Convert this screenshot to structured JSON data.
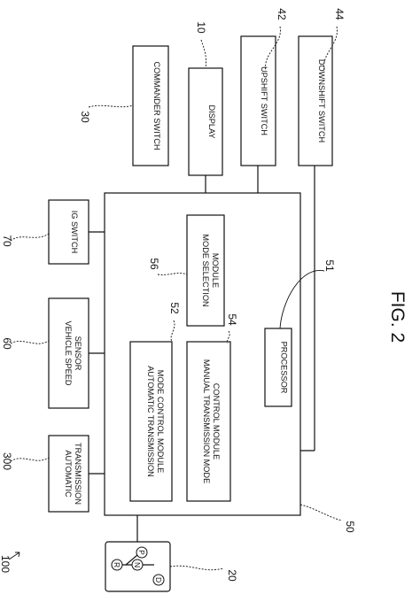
{
  "figure_label": "FIG. 2",
  "system_ref": "100",
  "blocks": {
    "commander_switch": {
      "label": "COMMANDER SWITCH",
      "ref": "30"
    },
    "display": {
      "label": "DISPLAY",
      "ref": "10"
    },
    "upshift_switch": {
      "label": "UPSHIFT SWITCH",
      "ref": "42"
    },
    "downshift_switch": {
      "label": "DOWNSHIFT SWITCH",
      "ref": "44"
    },
    "ig_switch": {
      "label": "IG SWITCH",
      "ref": "70"
    },
    "vehicle_speed_sensor": {
      "label_1": "VEHICLE SPEED",
      "label_2": "SENSOR",
      "ref": "60"
    },
    "automatic_transmission": {
      "label_1": "AUTOMATIC",
      "label_2": "TRANSMISSION",
      "ref": "300"
    },
    "controller": {
      "ref": "50"
    },
    "mode_selection_module": {
      "label_1": "MODE SELECTION",
      "label_2": "MODULE",
      "ref": "56"
    },
    "auto_mode_control_module": {
      "label_1": "AUTOMATIC TRANSMISSION",
      "label_2": "MODE CONTROL MODULE",
      "ref": "52"
    },
    "manual_mode_control_module": {
      "label_1": "MANUAL TRANSMISSION MODE",
      "label_2": "CONTROL MODULE",
      "ref": "54"
    },
    "processor": {
      "label": "PROCESSOR",
      "ref": "51"
    },
    "gear_selector": {
      "ref": "20",
      "positions": [
        "R",
        "P",
        "N",
        "D"
      ]
    }
  }
}
